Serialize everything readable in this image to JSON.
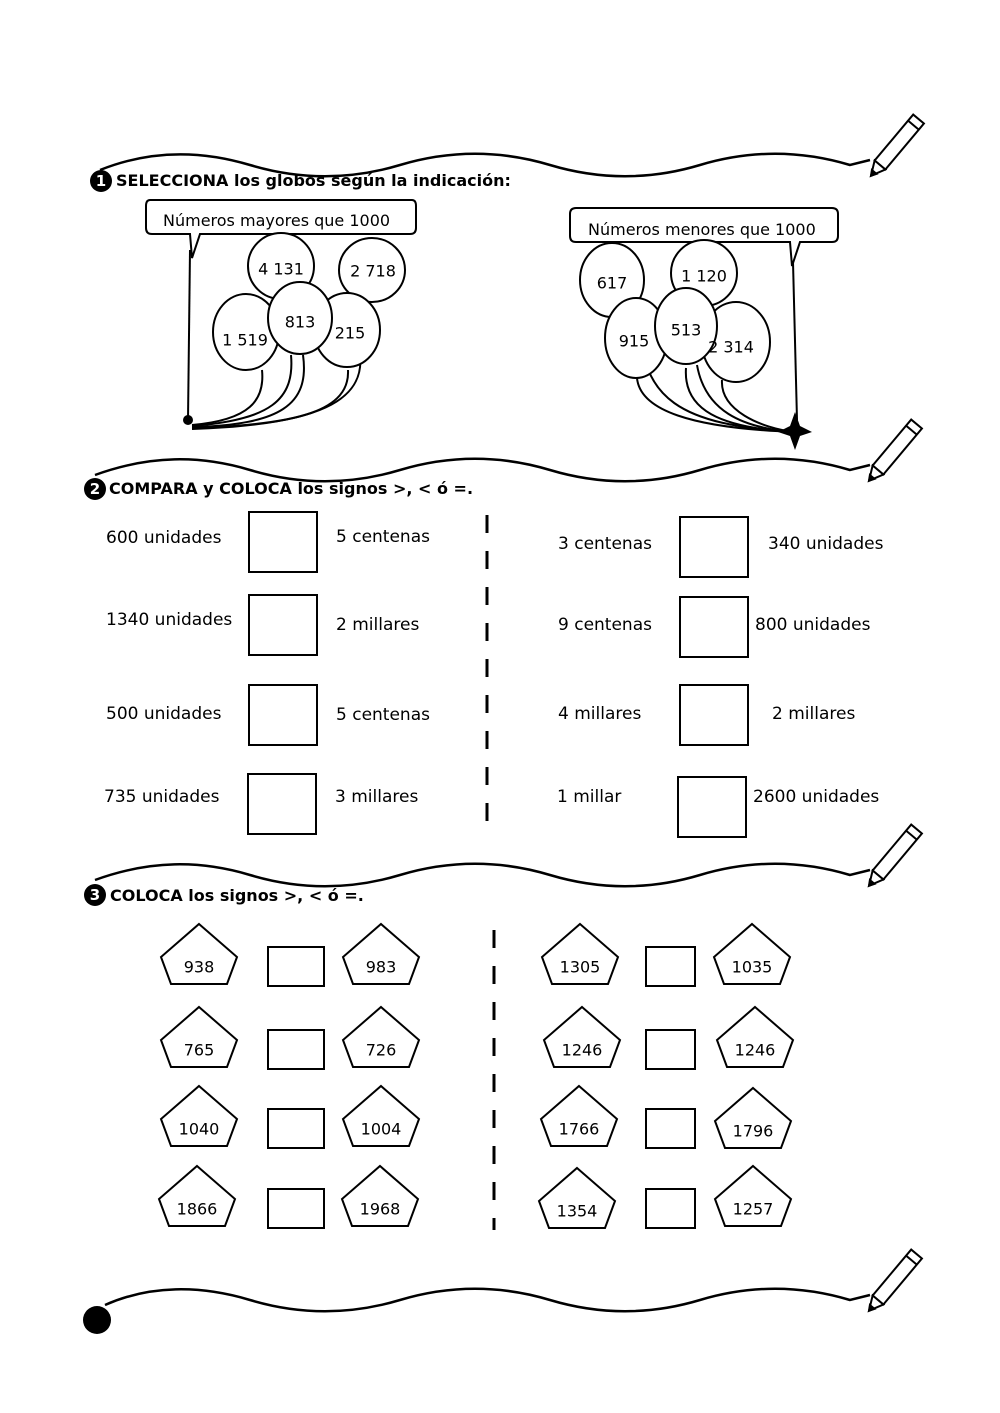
{
  "section1": {
    "number": "1",
    "heading": "SELECCIONA los globos según la indicación:",
    "left_group": {
      "label": "Números mayores que 1000",
      "balloons": [
        "4 131",
        "2 718",
        "1 519",
        "813",
        "215"
      ]
    },
    "right_group": {
      "label": "Números menores que 1000",
      "balloons": [
        "617",
        "1 120",
        "915",
        "513",
        "2 314"
      ]
    }
  },
  "section2": {
    "number": "2",
    "heading": "COMPARA y COLOCA los signos >, < ó =.",
    "left_rows": [
      {
        "left": "600  unidades",
        "right": "5  centenas"
      },
      {
        "left": "1340  unidades",
        "right": "2  millares"
      },
      {
        "left": "500  unidades",
        "right": "5  centenas"
      },
      {
        "left": "735  unidades",
        "right": "3  millares"
      }
    ],
    "right_rows": [
      {
        "left": "3  centenas",
        "right": "340  unidades"
      },
      {
        "left": "9  centenas",
        "right": "800  unidades"
      },
      {
        "left": "4  millares",
        "right": "2  millares"
      },
      {
        "left": "1  millar",
        "right": "2600 unidades"
      }
    ]
  },
  "section3": {
    "number": "3",
    "heading": "COLOCA los signos >, < ó =.",
    "left_pairs": [
      {
        "a": "938",
        "b": "983"
      },
      {
        "a": "765",
        "b": "726"
      },
      {
        "a": "1040",
        "b": "1004"
      },
      {
        "a": "1866",
        "b": "1968"
      }
    ],
    "right_pairs": [
      {
        "a": "1305",
        "b": "1035"
      },
      {
        "a": "1246",
        "b": "1246"
      },
      {
        "a": "1766",
        "b": "1796"
      },
      {
        "a": "1354",
        "b": "1257"
      }
    ]
  }
}
